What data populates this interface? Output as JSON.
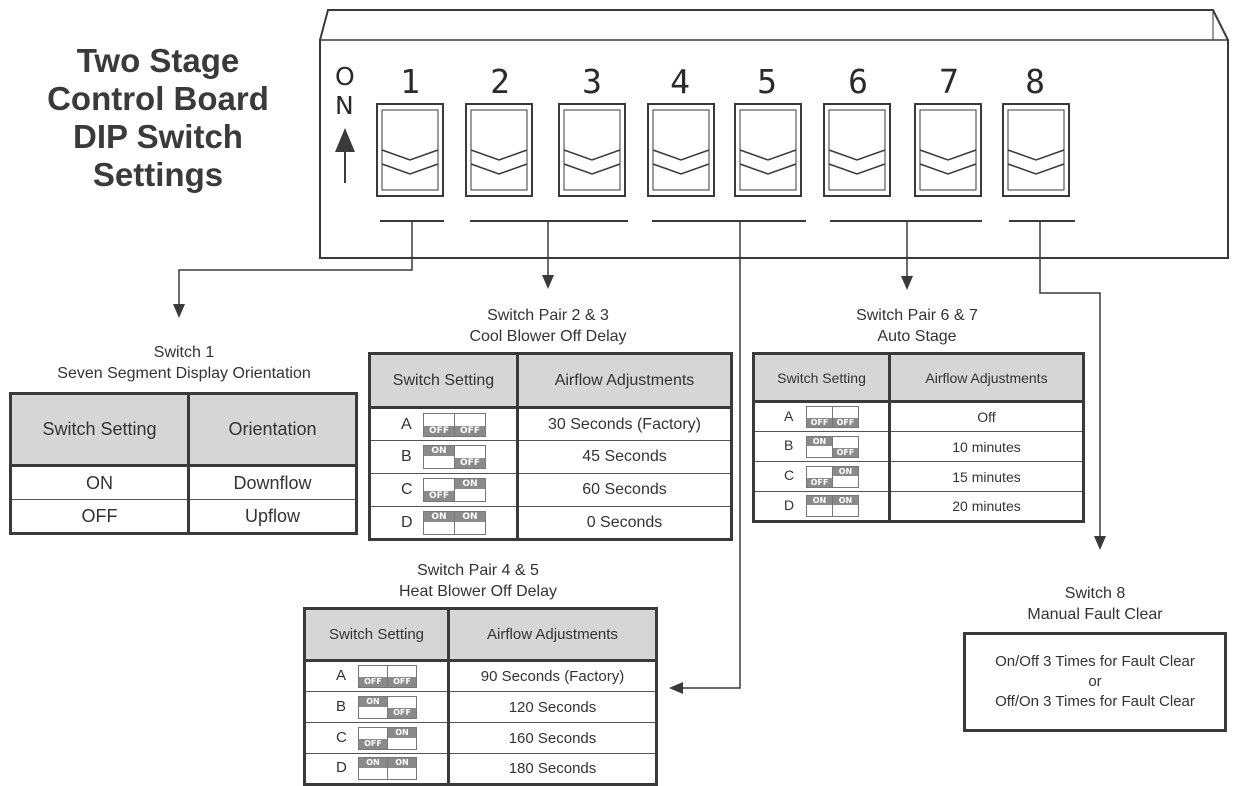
{
  "title": {
    "line1": "Two Stage",
    "line2": "Control Board",
    "line3": "DIP Switch",
    "line4": "Settings"
  },
  "dip_header": {
    "on_letters": [
      "O",
      "N"
    ],
    "switch_numbers": [
      "1",
      "2",
      "3",
      "4",
      "5",
      "6",
      "7",
      "8"
    ]
  },
  "switch1": {
    "caption_line1": "Switch 1",
    "caption_line2": "Seven Segment Display Orientation",
    "headers": [
      "Switch Setting",
      "Orientation"
    ],
    "rows": [
      {
        "setting": "ON",
        "value": "Downflow"
      },
      {
        "setting": "OFF",
        "value": "Upflow"
      }
    ]
  },
  "switch23": {
    "caption_line1": "Switch Pair 2 & 3",
    "caption_line2": "Cool Blower Off Delay",
    "headers": [
      "Switch Setting",
      "Airflow Adjustments"
    ],
    "rows": [
      {
        "letter": "A",
        "left": "OFF",
        "right": "OFF",
        "value": "30 Seconds (Factory)"
      },
      {
        "letter": "B",
        "left": "ON",
        "right": "OFF",
        "value": "45 Seconds"
      },
      {
        "letter": "C",
        "left": "OFF",
        "right": "ON",
        "value": "60 Seconds"
      },
      {
        "letter": "D",
        "left": "ON",
        "right": "ON",
        "value": "0 Seconds"
      }
    ]
  },
  "switch45": {
    "caption_line1": "Switch Pair 4 & 5",
    "caption_line2": "Heat Blower Off Delay",
    "headers": [
      "Switch Setting",
      "Airflow Adjustments"
    ],
    "rows": [
      {
        "letter": "A",
        "left": "OFF",
        "right": "OFF",
        "value": "90 Seconds (Factory)"
      },
      {
        "letter": "B",
        "left": "ON",
        "right": "OFF",
        "value": "120 Seconds"
      },
      {
        "letter": "C",
        "left": "OFF",
        "right": "ON",
        "value": "160 Seconds"
      },
      {
        "letter": "D",
        "left": "ON",
        "right": "ON",
        "value": "180 Seconds"
      }
    ]
  },
  "switch67": {
    "caption_line1": "Switch Pair 6 & 7",
    "caption_line2": "Auto Stage",
    "headers": [
      "Switch Setting",
      "Airflow Adjustments"
    ],
    "rows": [
      {
        "letter": "A",
        "left": "OFF",
        "right": "OFF",
        "value": "Off"
      },
      {
        "letter": "B",
        "left": "ON",
        "right": "OFF",
        "value": "10 minutes"
      },
      {
        "letter": "C",
        "left": "OFF",
        "right": "ON",
        "value": "15 minutes"
      },
      {
        "letter": "D",
        "left": "ON",
        "right": "ON",
        "value": "20 minutes"
      }
    ]
  },
  "switch8": {
    "caption_line1": "Switch 8",
    "caption_line2": "Manual Fault Clear",
    "box_line1": "On/Off 3 Times for Fault Clear",
    "box_line2": "or",
    "box_line3": "Off/On 3 Times for Fault Clear"
  },
  "colors": {
    "line": "#3a3a3a",
    "header_fill": "#d6d6d6",
    "switch_label_fill": "#8a8a8a",
    "dip_body": "#ffffff"
  }
}
